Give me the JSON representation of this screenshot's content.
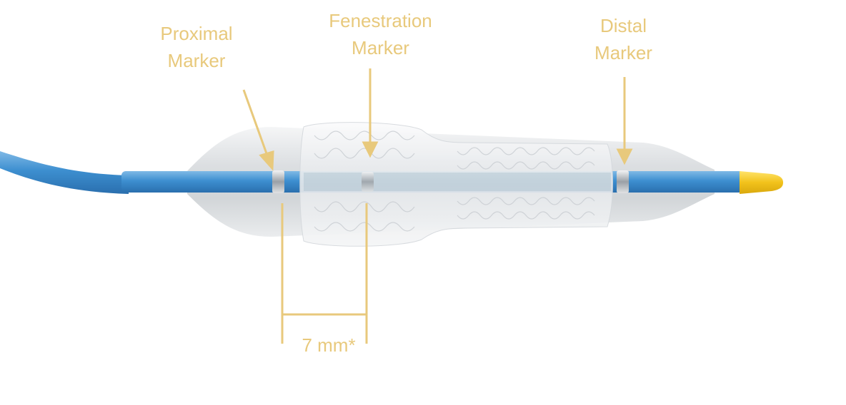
{
  "labels": {
    "proximal": [
      "Proximal",
      "Marker"
    ],
    "fenestration": [
      "Fenestration",
      "Marker"
    ],
    "distal": [
      "Distal",
      "Marker"
    ],
    "measurement": "7 mm*"
  },
  "colors": {
    "annotation": "#e8c97c",
    "catheter_blue": "#3a8fd0",
    "tip_yellow": "#f2c21b",
    "balloon": "#d6dade",
    "stent_graft": "#eef0f2",
    "marker_band": "#b9bdc1"
  }
}
